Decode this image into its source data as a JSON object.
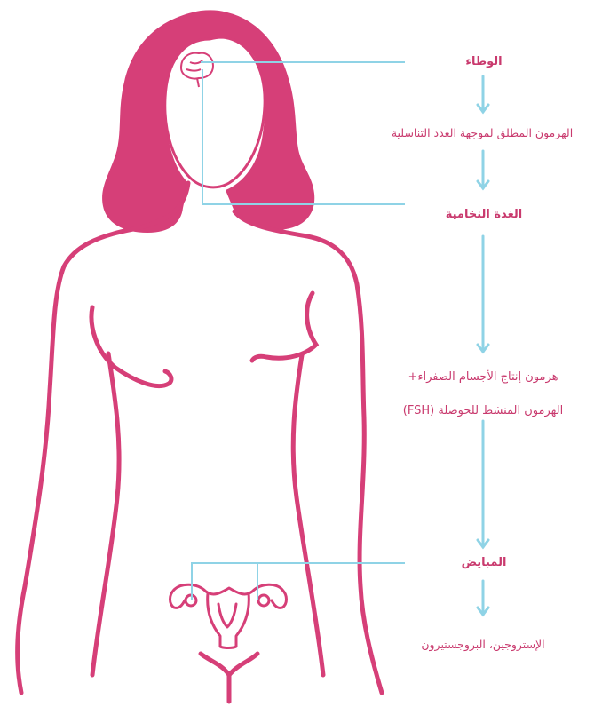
{
  "colors": {
    "body": "#d63f78",
    "line": "#8fd3e6",
    "text": "#c93a6e"
  },
  "labels": {
    "hypothalamus": "الوطاء",
    "gnrh": "الهرمون المطلق لموجهة الغدد التناسلية",
    "pituitary": "الغدة النخامية",
    "lh": "هرمون إنتاج الأجسام الصفراء+",
    "fsh": "الهرمون المنشط للحوصلة (FSH)",
    "ovaries": "المبايض",
    "hormones": "الإستروجين، البروجستيرون"
  },
  "icons": [
    "hair-silhouette",
    "head-outline",
    "body-outline",
    "brain-icon",
    "uterus-icon",
    "arrow-down-icon"
  ]
}
